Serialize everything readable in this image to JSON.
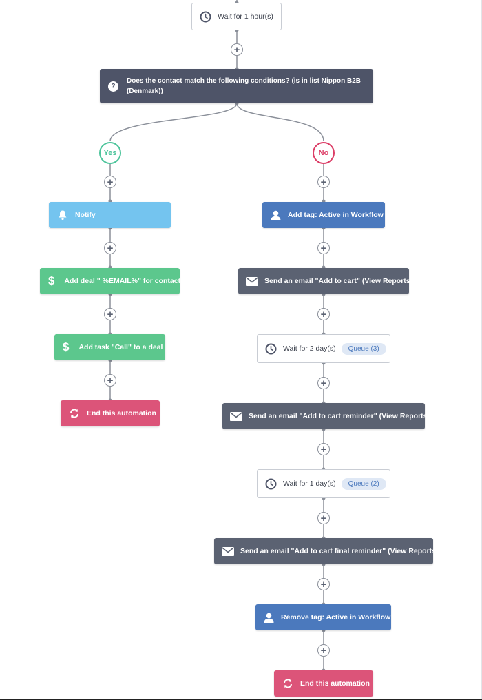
{
  "colors": {
    "yes": "#4cc49b",
    "no": "#dc3d66",
    "connector": "#8a8f99"
  },
  "nodes": {
    "wait_1_hour": {
      "label": "Wait for 1 hour(s)",
      "icon": "clock-icon"
    },
    "condition": {
      "label": "Does the contact match the following conditions? (is in list Nippon B2B (Denmark))",
      "icon": "question-icon"
    },
    "yes_branch": {
      "label": "Yes"
    },
    "no_branch": {
      "label": "No"
    },
    "notify": {
      "label": "Notify",
      "icon": "bell-icon"
    },
    "add_deal": {
      "label": "Add deal \" %EMAIL%\" for contact",
      "icon": "dollar-icon"
    },
    "add_task": {
      "label": "Add task \"Call\" to a deal",
      "icon": "dollar-icon"
    },
    "end_yes": {
      "label": "End this automation",
      "icon": "refresh-icon"
    },
    "add_tag": {
      "label": "Add tag: Active in Workflow",
      "icon": "user-icon"
    },
    "email_cart": {
      "label": "Send an email \"Add to cart\" (View Reports)",
      "icon": "envelope-icon"
    },
    "wait_2_days": {
      "label": "Wait for 2 day(s)",
      "icon": "clock-icon",
      "badge": "Queue (3)"
    },
    "email_reminder": {
      "label": "Send an email \"Add to cart reminder\" (View Reports)",
      "icon": "envelope-icon"
    },
    "wait_1_day": {
      "label": "Wait for 1 day(s)",
      "icon": "clock-icon",
      "badge": "Queue (2)"
    },
    "email_final": {
      "label": "Send an email \"Add to cart final reminder\" (View Reports)",
      "icon": "envelope-icon"
    },
    "remove_tag": {
      "label": "Remove tag: Active in Workflow",
      "icon": "user-icon"
    },
    "end_no": {
      "label": "End this automation",
      "icon": "refresh-icon"
    }
  },
  "add_step": {
    "label": "+"
  }
}
